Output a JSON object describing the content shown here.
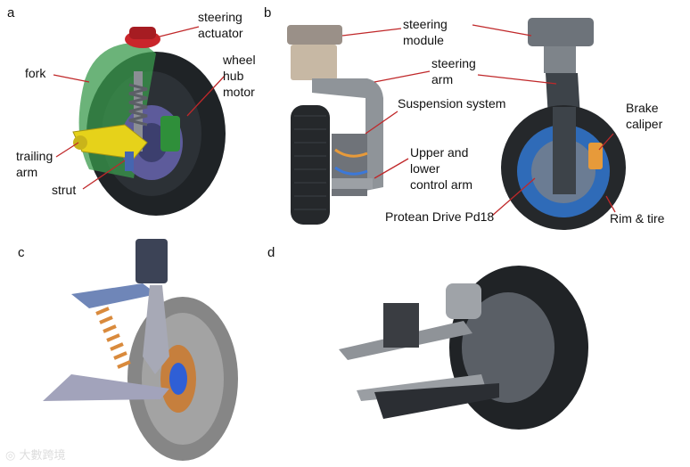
{
  "panels": {
    "a": {
      "letter": "a",
      "labels": {
        "steering_actuator": "steering\nactuator",
        "fork": "fork",
        "wheel_hub_motor": "wheel\nhub\nmotor",
        "trailing_arm": "trailing\narm",
        "strut": "strut"
      }
    },
    "b": {
      "letter": "b",
      "labels": {
        "steering_module": "steering\nmodule",
        "steering_arm": "steering\narm",
        "suspension_system": "Suspension system",
        "upper_lower_control_arm": "Upper and\nlower\ncontrol arm",
        "protean_drive": "Protean Drive Pd18",
        "brake_caliper": "Brake\ncaliper",
        "rim_tire": "Rim & tire"
      }
    },
    "c": {
      "letter": "c"
    },
    "d": {
      "letter": "d"
    }
  },
  "colors": {
    "callout_line": "#c0282a",
    "tire": "#1f2326",
    "fork_green": "#3a9a4c",
    "actuator_red": "#c9252b",
    "trailing_yellow": "#e6d21a",
    "arm_blue": "#6f86b8",
    "spring_orange": "#d98a3c"
  },
  "watermark": {
    "icon": "watermark-logo-icon",
    "text": "大數跨境"
  }
}
